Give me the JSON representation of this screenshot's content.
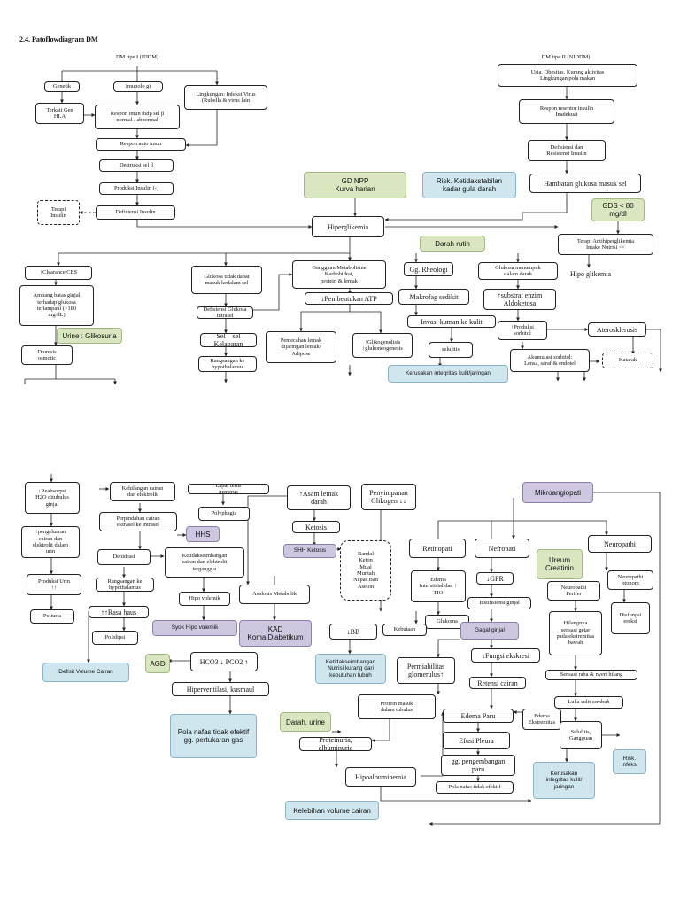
{
  "header": {
    "title": "2.4. Patoflowdiagram DM"
  },
  "nodes": {
    "dm1": "DM tipe I (IDDM)",
    "genetik": "Genetik",
    "imunologi": "Imunolo gi",
    "lingkungan": "Lingkungan: Infeksi Virus\n(Rubella & virus lain",
    "terkait_hla": "Terkait Gen\nHLA",
    "respon_imun": "Respon imun thdp sel β\nnormal / abnormal",
    "autoimun": "Respon auto imun",
    "destruksi": "Destruksi sel β",
    "produksi_insulin": "Produksi Insulin (-)",
    "terapi_insulin": "Terapi\nInsulin",
    "defisiensi_insulin1": "Defisiensi Insulin",
    "dm2": "DM tipe II (NIDDM)",
    "faktor_dm2": "Usia, Obesitas, Kurang aktivitas\nLingkungan pola makan",
    "reseptor": "Respon reseptor insulin\nInadekuat",
    "defisiensi_resistensi": "Defisiensi dan\nResistensi Insulin",
    "hambatan": "Hambatan glukosa masuk sel",
    "gd_npp": "GD NPP\nKurva harian",
    "risk_glukosa": "Risk. Ketidakstabilan\nkadar gula darah",
    "gds": "GDS < 80\nmg/dl",
    "hiperglikemia": "Hiperglikemia",
    "darah_rutin": "Darah rutin",
    "terapi_antihiper": "Terapi Antihiperglikemia\nIntake Nutrisi <<",
    "hipoglikemia": "Hipo glikemia",
    "clearance_ces": "↑Clearance CES",
    "ambang": "Ambang batas ginjal\nterhadap glukosa\nterlampaui (>180\nmg/dL)",
    "urine_glikosuria": "Urine : Glikosuria",
    "diuresis": "Diuresis\nosmotic",
    "glukosa_tidak_masuk": "Glukosa tidak dapat\nmasuk kedalam sel",
    "defisiensi_glukosa": "Defisiensi Glukosa Intrasel",
    "sel_kelaparan": "Sel – sel Kelaparan",
    "rangsang_hypo1": "Rangsangan ke\nhypothalamus",
    "gangguan_metabolisme": "Gangguan Metabolisme\nKarbohidrat,\nprotein & lemak",
    "pembentukan_atp": "↓Pembentukan ATP",
    "pemecahan_lemak": "Pemecahan lemak\ndijaringan lemak/\nAdipose",
    "glikogenolisis": "↑Glikogenolisis\n↑glukoneogenesis",
    "gg_rheologi": "Gg. Rheologi",
    "glukosa_menumpuk": "Glukosa menumpuk\ndalam darah",
    "makrofag": "Makrofag sedikit",
    "substrat_enzim": "↑substrat enzim\nAldoketosa",
    "invasi_kuman": "Invasi kuman ke kulit",
    "produksi_sorbitol": "↑Produksi\nsorbitol",
    "aterosklerosis": "Aterosklerosis",
    "selulitis1": "selulitis",
    "akumulasi_sorbitol": "Akumulasi sorbitol:\nLensa, saraf & endotel",
    "katarak": "Katarak",
    "kerusakan_integritas1": "Kerusakan integritas kulit/jaringan",
    "reabsorpsi": "↓Reabsorpsi\nH2O ditubulus\nginjal",
    "pengeluaran_cairan": "↑pengeluaran\ncairan dan\nelektrolit dalam\nurin",
    "produksi_urin": "Produksi Urin\n↑↑",
    "poliuria": "Poliuria",
    "kehilangan_cairan": "Kehilangan cairan\ndan elektrolit",
    "perpindahan_cairan": "Perpindahan cairan\nektrasel ke intrasel",
    "hhs": "HHS",
    "dehidrasi": "Dehidrasi",
    "ketidakseimbangan_cairan": "Ketidakseimbangan\ncairan dan elektrolit\ntergangg u",
    "rangsang_hypo2": "Rangsangan ke\nhypothalamus",
    "rasa_haus": "↑↑Rasa haus",
    "polidipsi": "Polidipsi",
    "hipovolemik": "Hipo volemik",
    "syok": "Syok Hipo volemik",
    "defisit_volume": "Defisit Volume Cairan",
    "lapar_terus": "Lapar terus\nmenerus",
    "polyphagia": "Polyphagia",
    "asam_lemak": "↑Asam lemak\ndarah",
    "ketosis": "Ketosis",
    "shh_ketosis": "SHH Ketosis",
    "badan_keton": "Bandal\nKeton\nMual\nMuntah\nNapas Bau\nAseton",
    "penyimpanan_glikogen": "Penyimpanan\nGlikogen ↓↓",
    "asidosis": "Asidosis Metabolik",
    "kad": "KAD\nKoma Diabetikum",
    "bb_turun": "↓BB",
    "ketidakseimbangan_nutrisi": "Ketidakseimbangan\nNutrisi kurang dari\nkebutuhan tubuh",
    "agd": "AGD",
    "hco3": "HCO3 ↓ PCO2 ↑",
    "hiperventilasi": "Hiperventilasi, kusmaul",
    "pola_nafas1": "Pola nafas tidak efektif\ngg. pertukaran gas",
    "mikroangiopati": "Mikroangiopati",
    "retinopati": "Retinopati",
    "nefropati": "Nefropati",
    "neuropathi": "Neuropathi",
    "ureum": "Ureum\nCreatinin",
    "edema_interstisial": "Edema\nInterstisial dan ↑\nTIO",
    "gfr": "↓GFR",
    "neuropathi_perifer": "Neuropathi\nPerifer",
    "neuropathi_otonom": "Neuropathi\notonom",
    "glukoma": "Glukoma",
    "insufisiensi_ginjal": "Insufisiensi ginjal",
    "hilangnya_sensasi": "Hilangnya\nsensasi getar\npada ekstremitas\nbawah",
    "disfungsi_ereksi": "Disfungsi\nereksi",
    "kebutaan": "Kebutaan",
    "gagal_ginjal": "Gagal ginjal",
    "permiabilitas": "Permiabilitas\nglomerulus↑",
    "fungsi_ekskresi": "↓Fungsi ekskresi",
    "sensasi_raba": "Sensasi raba & nyeri hilang",
    "retensi_cairan": "Retensi cairan",
    "protein_masuk": "Protein masuk\ndalam tubulus",
    "luka_sulit": "Luka sulit sembuh",
    "edema_paru": "Edema Paru",
    "edema_ekstremitas": "Edema\nEkstremitas",
    "darah_urine": "Darah, urine",
    "efusi_pleura": "Efusi Pleura",
    "selulitis2": "Selulitis,\nGangguan",
    "risk_infeksi": "Risk.\nInfeksi",
    "proteinuria": "Proteinuria, albuminuria",
    "gg_pengembangan": "gg. pengembangan\nparu",
    "kerusakan_integritas2": "Kerusakan\nintegritas kulit/\njaringan",
    "hipoalbuminemia": "Hipoalbuminemia",
    "pola_nafas2": "Pola nafas tidak efektif",
    "kelebihan_volume": "Kelebihan volume cairan"
  }
}
